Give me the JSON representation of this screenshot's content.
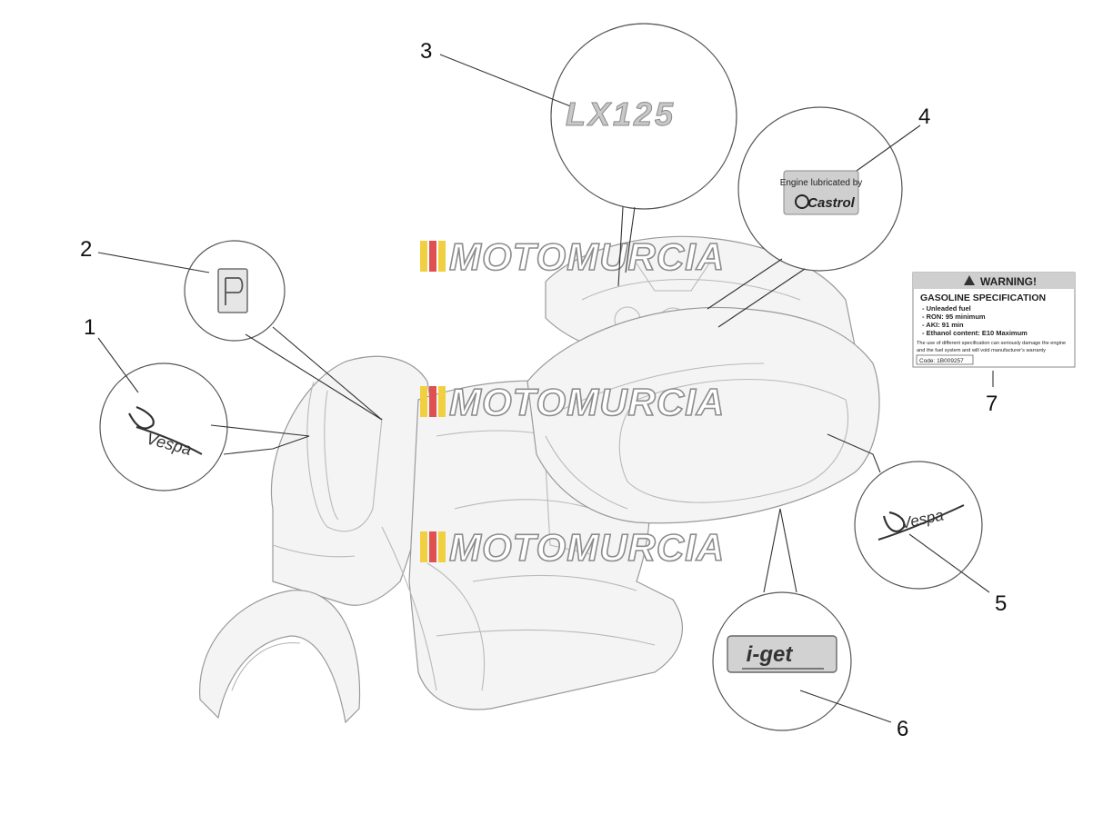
{
  "callouts": [
    {
      "num": "1",
      "part": "vespa-script-badge-front"
    },
    {
      "num": "2",
      "part": "piaggio-logo-plate"
    },
    {
      "num": "3",
      "part": "lx125-model-badge"
    },
    {
      "num": "4",
      "part": "castrol-engine-sticker"
    },
    {
      "num": "5",
      "part": "vespa-script-badge-side"
    },
    {
      "num": "6",
      "part": "iget-badge"
    },
    {
      "num": "7",
      "part": "gasoline-warning-label"
    }
  ],
  "badges": {
    "lx125": "LX125",
    "castrol_line1": "Engine lubricated by",
    "castrol_brand": "Castrol",
    "iget": "i-get",
    "vespa": "Vespa"
  },
  "warning_label": {
    "header": "WARNING!",
    "title": "GASOLINE SPECIFICATION",
    "lines": [
      "- Unleaded fuel",
      "- RON: 95 minimum",
      "- AKI: 91 min",
      "- Ethanol content: E10 Maximum"
    ],
    "note_line1": "The use of different specification can seriously damage the engine",
    "note_line2": "and the fuel system and will void manufacturer's warranty",
    "code": "Code: 1B009257"
  },
  "watermark": {
    "text": "MOTOMURCIA",
    "stripe_colors": [
      "#f0d040",
      "#e05050",
      "#f0d040"
    ]
  },
  "colors": {
    "outline": "#555555",
    "leader": "#333333",
    "badge_grey": "#c8c8c8"
  }
}
